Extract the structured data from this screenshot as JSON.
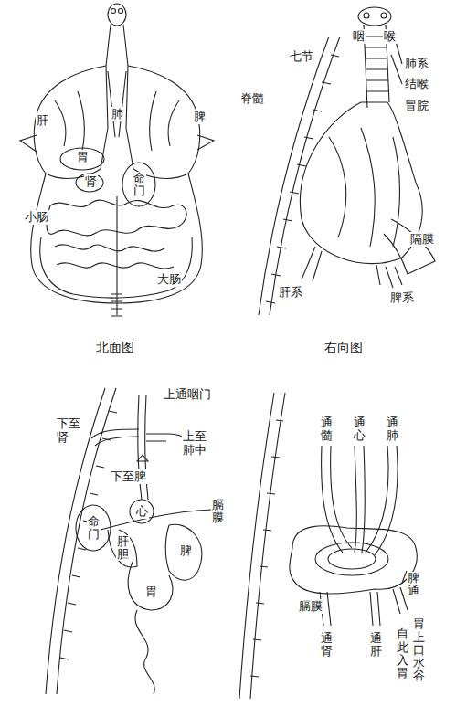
{
  "diagram": {
    "labels": [
      "肺",
      "脾",
      "肝",
      "胃",
      "肾",
      "命门",
      "小肠",
      "大肠",
      "北面图",
      "咽",
      "喉",
      "七节",
      "肺系",
      "结喉",
      "脊髓",
      "冒脘",
      "隔膜",
      "脾系",
      "肝系",
      "右向图",
      "上通咽门",
      "下至肾",
      "上至肺中",
      "下至脾",
      "心",
      "膈膜",
      "命门",
      "肝胆",
      "脾",
      "胃",
      "通髓",
      "通心",
      "通肺",
      "脾通",
      "膈膜",
      "胃上口水谷",
      "自此入胃",
      "通肾",
      "通肝"
    ]
  }
}
